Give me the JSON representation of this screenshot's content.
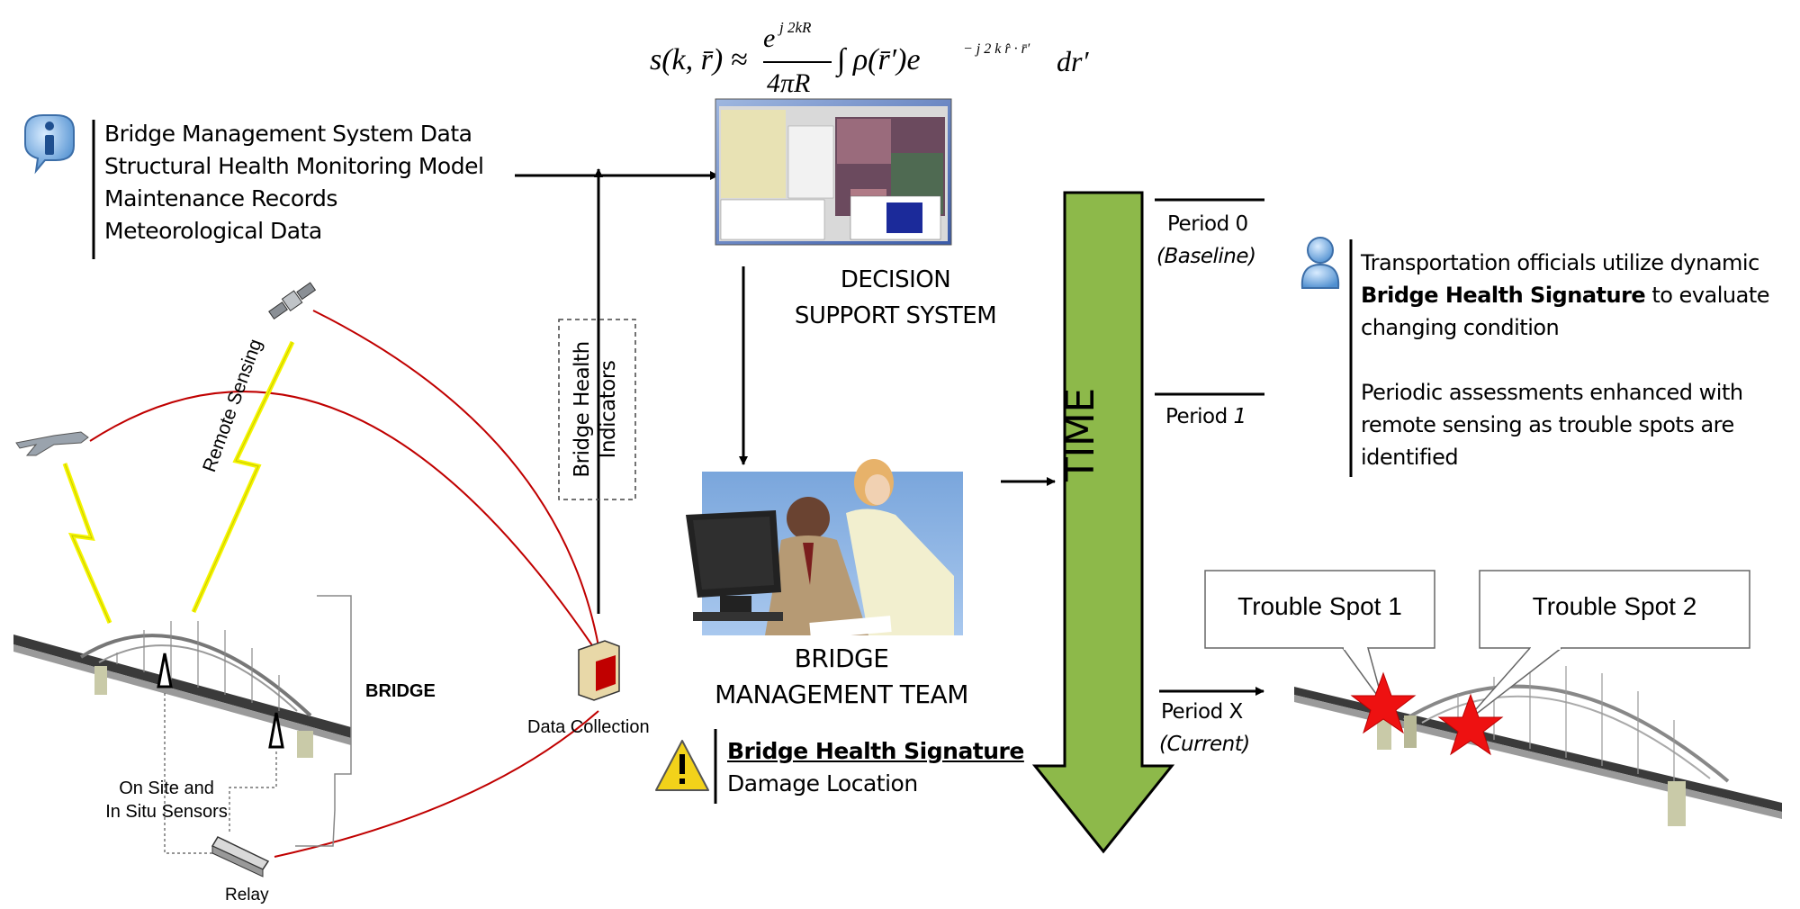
{
  "formula": {
    "lhs": "s(k, r̄) ≈",
    "numerator": "e^{j2kR}",
    "num_base": "e",
    "num_exp": "j 2kR",
    "denominator": "4πR",
    "integral": "∫ ρ(r̄′)e",
    "rhs_exp": "− j 2 k r̂ · r̄′",
    "tail": "dr′"
  },
  "data_sources": {
    "icon": "info-icon",
    "items": [
      "Bridge Management System Data",
      "Structural Health Monitoring Model",
      "Maintenance Records",
      "Meteorological Data"
    ]
  },
  "decision_support": {
    "line1": "DECISION",
    "line2": "SUPPORT SYSTEM"
  },
  "management_team": {
    "line1": "BRIDGE",
    "line2": "MANAGEMENT TEAM"
  },
  "indicators": {
    "line1": "Bridge Health",
    "line2": "Indicators"
  },
  "field": {
    "remote_sensing": "Remote Sensing",
    "bridge": "BRIDGE",
    "data_collection": "Data Collection",
    "sensors_line1": "On Site and",
    "sensors_line2": "In Situ Sensors",
    "relay": "Relay"
  },
  "signature_box": {
    "icon": "warning-icon",
    "title": "Bridge Health Signature",
    "subtitle": "Damage Location"
  },
  "timeline": {
    "label": "TIME",
    "arrow_color": "#8db94a",
    "periods": [
      {
        "name": "Period 0",
        "note": "(Baseline)"
      },
      {
        "name_prefix": "Period ",
        "name_num": "1"
      },
      {
        "name": "Period X",
        "note": "(Current)"
      }
    ]
  },
  "officials": {
    "icon": "person-icon",
    "line1": "Transportation officials utilize dynamic",
    "line2_bold": "Bridge Health Signature",
    "line2_rest": " to evaluate",
    "line3": "changing condition",
    "line4": "Periodic assessments enhanced with",
    "line5": "remote sensing as trouble spots are",
    "line6": "identified"
  },
  "trouble_spots": [
    "Trouble Spot 1",
    "Trouble Spot 2"
  ],
  "colors": {
    "link_red": "#c00000",
    "lightning_yellow": "#f5f500",
    "star_red": "#ee1111"
  }
}
